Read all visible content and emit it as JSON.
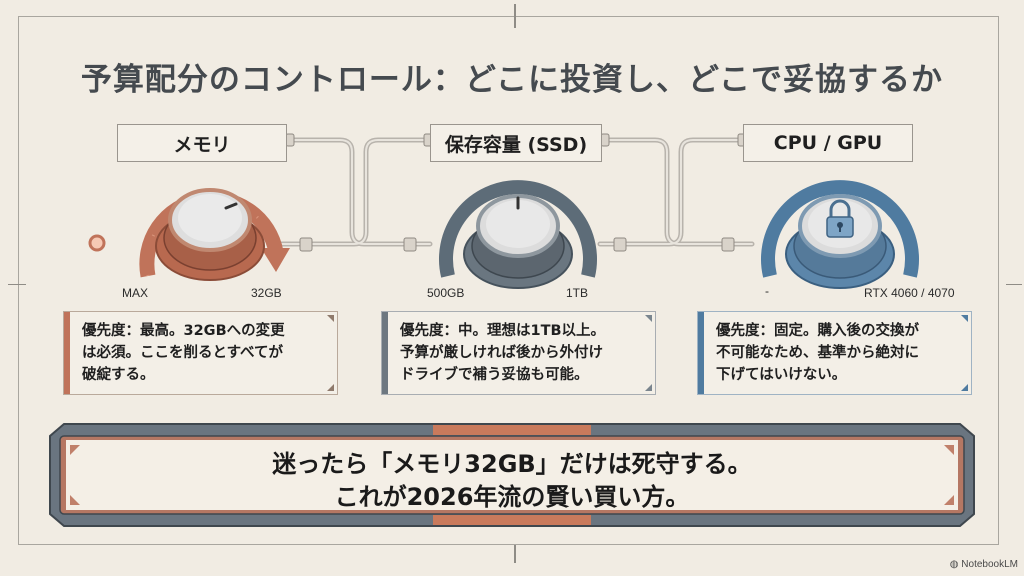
{
  "title": "予算配分のコントロール：どこに投資し、どこで妥協するか",
  "colors": {
    "background": "#f1ece3",
    "memory_accent": "#c0735a",
    "ssd_accent": "#5d6c78",
    "gpu_accent": "#4f7ba0",
    "title_text": "#454a4f"
  },
  "controls": [
    {
      "id": "memory",
      "label": "メモリ",
      "scale_min": "MAX",
      "scale_max": "32GB",
      "state": "turned-to-max",
      "note": [
        "優先度：最高。32GBへの変更",
        "は必須。ここを削るとすべてが",
        "破綻する。"
      ]
    },
    {
      "id": "ssd",
      "label": "保存容量 (SSD)",
      "scale_min": "500GB",
      "scale_max": "1TB",
      "state": "middle",
      "note": [
        "優先度：中。理想は1TB以上。",
        "予算が厳しければ後から外付け",
        "ドライブで補う妥協も可能。"
      ]
    },
    {
      "id": "cpu_gpu",
      "label": "CPU / GPU",
      "scale_min": "-",
      "scale_max": "RTX 4060 / 4070",
      "state": "locked",
      "icon": "lock-icon",
      "note": [
        "優先度：固定。購入後の交換が",
        "不可能なため、基準から絶対に",
        "下げてはいけない。"
      ]
    }
  ],
  "banner": {
    "line1": "迷ったら「メモリ32GB」だけは死守する。",
    "line2": "これが2026年流の賢い買い方。"
  },
  "watermark": "NotebookLM"
}
